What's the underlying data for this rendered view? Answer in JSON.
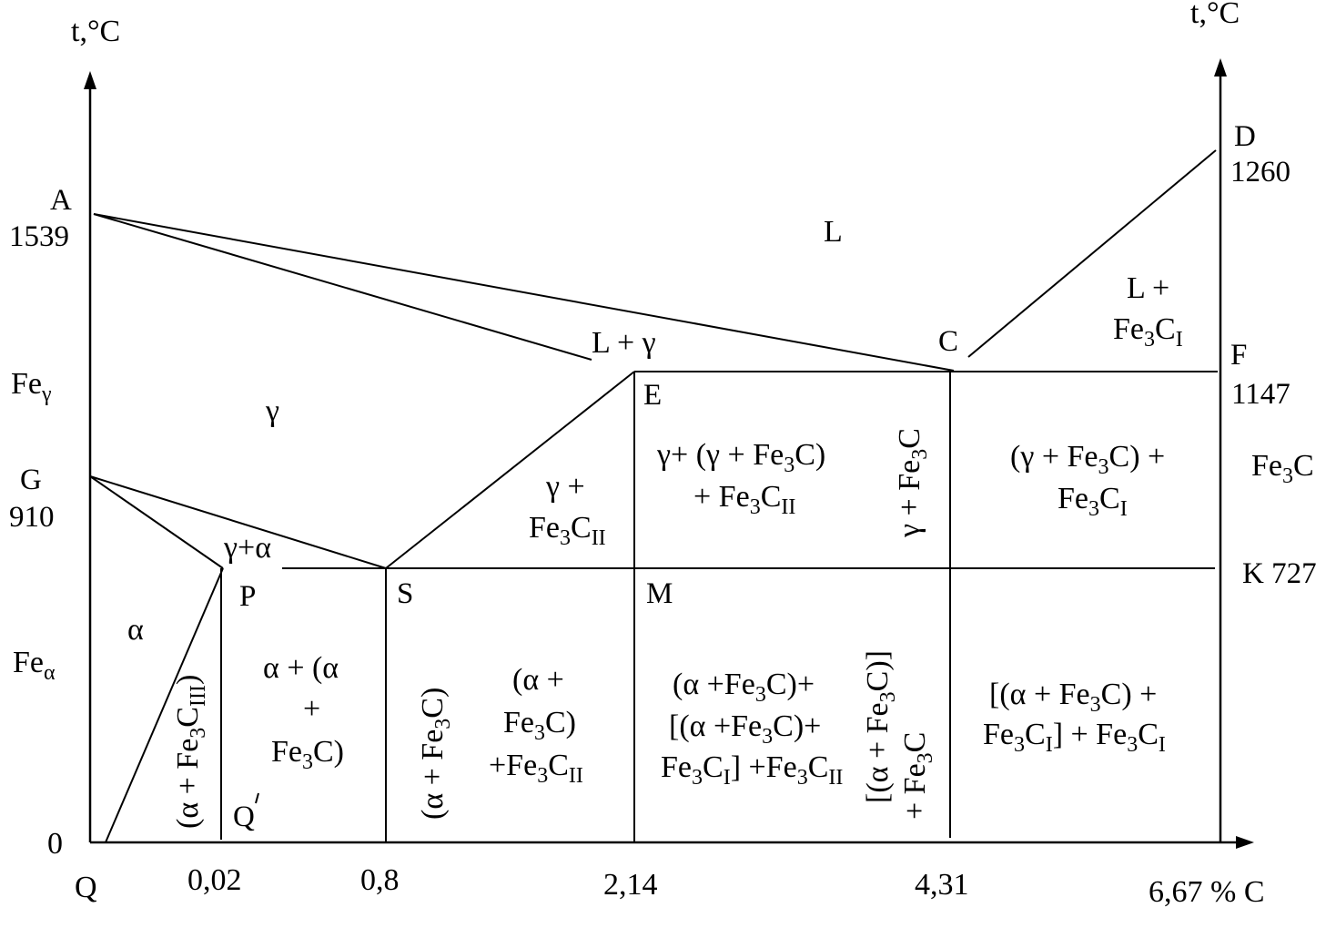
{
  "axes": {
    "left_title": "t,°C",
    "right_title": "t,°C",
    "x_unit": "6,67 % C",
    "y_zero": "0",
    "x_origin": "Q"
  },
  "x_ticks": [
    "0,02",
    "0,8",
    "2,14",
    "4,31"
  ],
  "temperatures": {
    "t1539": "1539",
    "t910": "910",
    "t1260": "1260",
    "t1147": "1147",
    "k727": "K 727"
  },
  "points": {
    "A": "A",
    "G": "G",
    "P": "P",
    "S": "S",
    "E": "E",
    "M": "M",
    "C": "C",
    "D": "D",
    "F": "F",
    "Q2": "Q"
  },
  "phases": {
    "fe_gamma": "Fe",
    "gamma_sub": "γ",
    "fe_alpha": "Fe",
    "alpha_sub": "α",
    "fe3c_right": "Fe",
    "fe3c_right_sub": "3",
    "fe3c_right_c": "C"
  },
  "regions": {
    "liquid": "L",
    "l_plus_gamma": "L +  γ",
    "gamma": "γ",
    "gamma_alpha": "γ+α",
    "alpha": "α",
    "l_fe3c_1": "L +",
    "l_fe3c_2": "Fe",
    "l_fe3c_2_sub": "3",
    "l_fe3c_2_c": "C",
    "l_fe3c_2_csub": "I",
    "gamma_fe3cii_1": "γ +",
    "gamma_fe3cii_2": "Fe",
    "gamma_fe3cii_2_sub": "3",
    "gamma_fe3cii_2_c": "C",
    "gamma_fe3cii_2_csub": "II",
    "ledeb_hypo_1a": "γ+ (γ + Fe",
    "ledeb_hypo_1sub": "3",
    "ledeb_hypo_1b": "C)",
    "ledeb_hypo_2a": "+ Fe",
    "ledeb_hypo_2sub": "3",
    "ledeb_hypo_2b": "C",
    "ledeb_hypo_2csub": "II",
    "vert_eut_a": "γ + Fe",
    "vert_eut_sub": "3",
    "vert_eut_b": "C",
    "ledeb_hyper_1a": "(γ + Fe",
    "ledeb_hyper_1sub": "3",
    "ledeb_hyper_1b": "C) +",
    "ledeb_hyper_2a": "Fe",
    "ledeb_hyper_2sub": "3",
    "ledeb_hyper_2b": "C",
    "ledeb_hyper_2csub": "I",
    "alpha_fe3ciii_a": "(α + Fe",
    "alpha_fe3ciii_sub": "3",
    "alpha_fe3ciii_b": "C",
    "alpha_fe3ciii_csub": "III",
    "alpha_fe3ciii_c": ")",
    "hypo_1": "α + (α",
    "hypo_2": "+",
    "hypo_3a": "Fe",
    "hypo_3sub": "3",
    "hypo_3b": "C)",
    "pearl_vert_a": "(α + Fe",
    "pearl_vert_sub": "3",
    "pearl_vert_b": "C)",
    "hyper_1": "(α +",
    "hyper_2a": "Fe",
    "hyper_2sub": "3",
    "hyper_2b": "C)",
    "hyper_3a": "+Fe",
    "hyper_3sub": "3",
    "hyper_3b": "C",
    "hyper_3csub": "II",
    "wl_hypo_1a": "(α +Fe",
    "wl_hypo_1sub": "3",
    "wl_hypo_1b": "C)+",
    "wl_hypo_2a": "[(α +Fe",
    "wl_hypo_2sub": "3",
    "wl_hypo_2b": "C)+",
    "wl_hypo_3a": "Fe",
    "wl_hypo_3sub": "3",
    "wl_hypo_3b": "C",
    "wl_hypo_3csub": "I",
    "wl_hypo_3c": "] +Fe",
    "wl_hypo_3dsub": "3",
    "wl_hypo_3d": "C",
    "wl_hypo_3esub": "II",
    "wl_vert_1a": "[(α + Fe",
    "wl_vert_1sub": "3",
    "wl_vert_1b": "C)]",
    "wl_vert_2a": "+ Fe",
    "wl_vert_2sub": "3",
    "wl_vert_2b": "C",
    "wl_hyper_1a": "[(α + Fe",
    "wl_hyper_1sub": "3",
    "wl_hyper_1b": "C) +",
    "wl_hyper_2a": "Fe",
    "wl_hyper_2sub": "3",
    "wl_hyper_2b": "C",
    "wl_hyper_2csub": "I",
    "wl_hyper_2c": "] + Fe",
    "wl_hyper_2dsub": "3",
    "wl_hyper_2d": "C",
    "wl_hyper_2esub": "I"
  }
}
